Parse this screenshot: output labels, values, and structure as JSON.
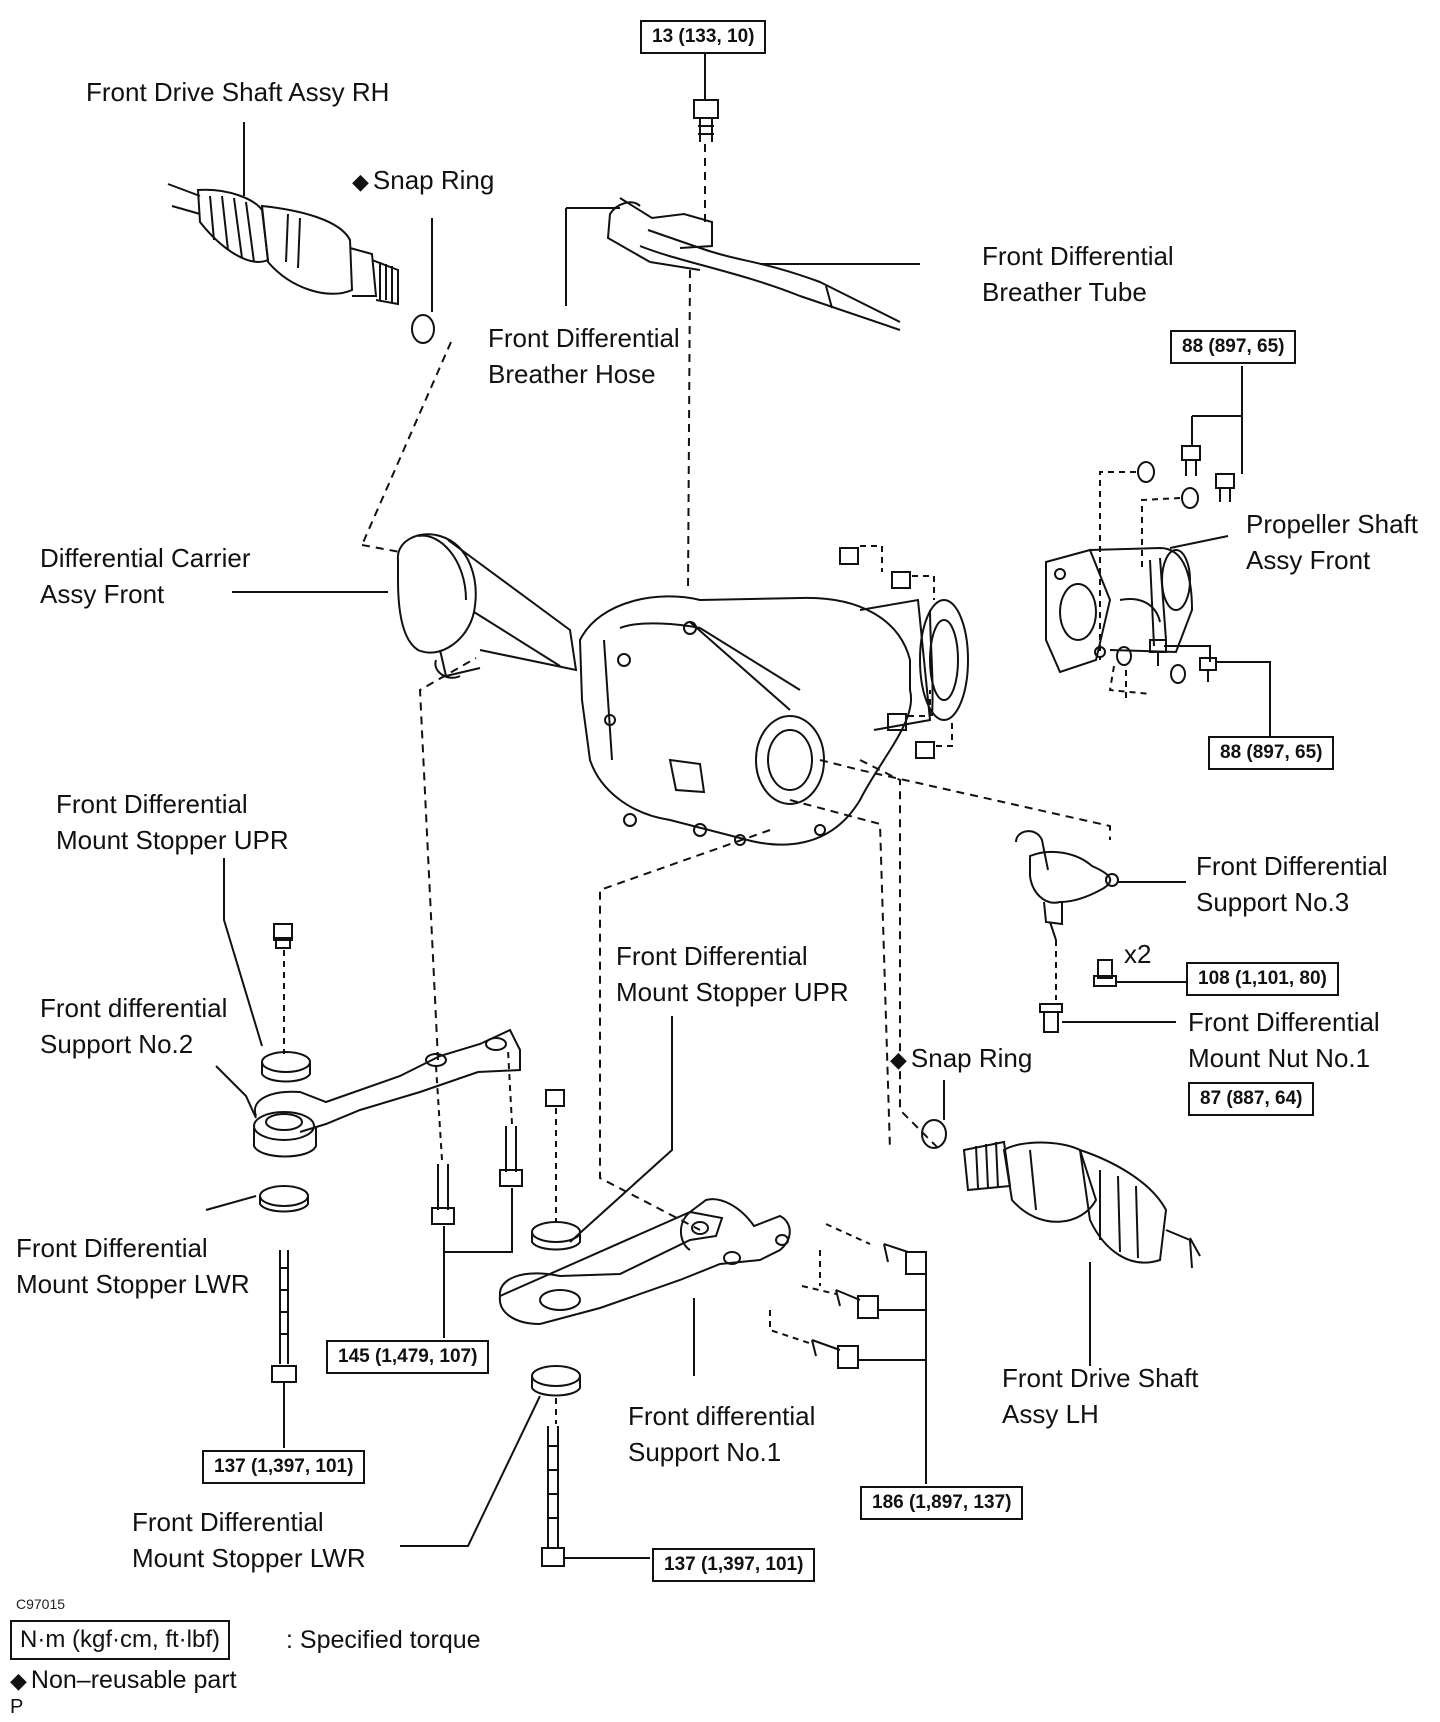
{
  "labels": {
    "front_drive_shaft_rh": "Front Drive Shaft Assy RH",
    "snap_ring_top": "Snap Ring",
    "breather_hose": [
      "Front Differential",
      "Breather Hose"
    ],
    "breather_tube": [
      "Front Differential",
      "Breather Tube"
    ],
    "differential_carrier": [
      "Differential Carrier",
      "Assy Front"
    ],
    "propeller_shaft": [
      "Propeller Shaft",
      "Assy Front"
    ],
    "mount_stopper_upr_left": [
      "Front Differential",
      "Mount Stopper UPR"
    ],
    "support_no3": [
      "Front Differential",
      "Support No.3"
    ],
    "support_no2": [
      "Front differential",
      "Support No.2"
    ],
    "mount_stopper_upr_mid": [
      "Front Differential",
      "Mount Stopper UPR"
    ],
    "x2": "x2",
    "mount_nut_no1": [
      "Front Differential",
      "Mount Nut No.1"
    ],
    "snap_ring_lower": "Snap Ring",
    "mount_stopper_lwr_left": [
      "Front Differential",
      "Mount Stopper LWR"
    ],
    "front_drive_shaft_lh": [
      "Front Drive Shaft",
      "Assy LH"
    ],
    "support_no1": [
      "Front differential",
      "Support No.1"
    ],
    "mount_stopper_lwr_bottom": [
      "Front Differential",
      "Mount Stopper LWR"
    ]
  },
  "torques": {
    "breather_bolt": "13 (133, 10)",
    "propeller_upper": "88 (897, 65)",
    "propeller_lower": "88 (897, 65)",
    "support_no3_bolt": "108 (1,101, 80)",
    "mount_nut": "87 (887, 64)",
    "support_no2_bolts": "145 (1,479, 107)",
    "support_no1_bolts": "186 (1,897, 137)",
    "long_bolt_left": "137 (1,397, 101)",
    "long_bolt_bottom": "137 (1,397, 101)"
  },
  "figure_code": "C97015",
  "legend": {
    "torque_unit": "N·m (kgf·cm, ft·lbf)",
    "torque_desc": ": Specified torque",
    "nonreusable": "Non–reusable part",
    "footer": "P"
  },
  "symbols": {
    "nonreusable_symbol": "◆"
  }
}
